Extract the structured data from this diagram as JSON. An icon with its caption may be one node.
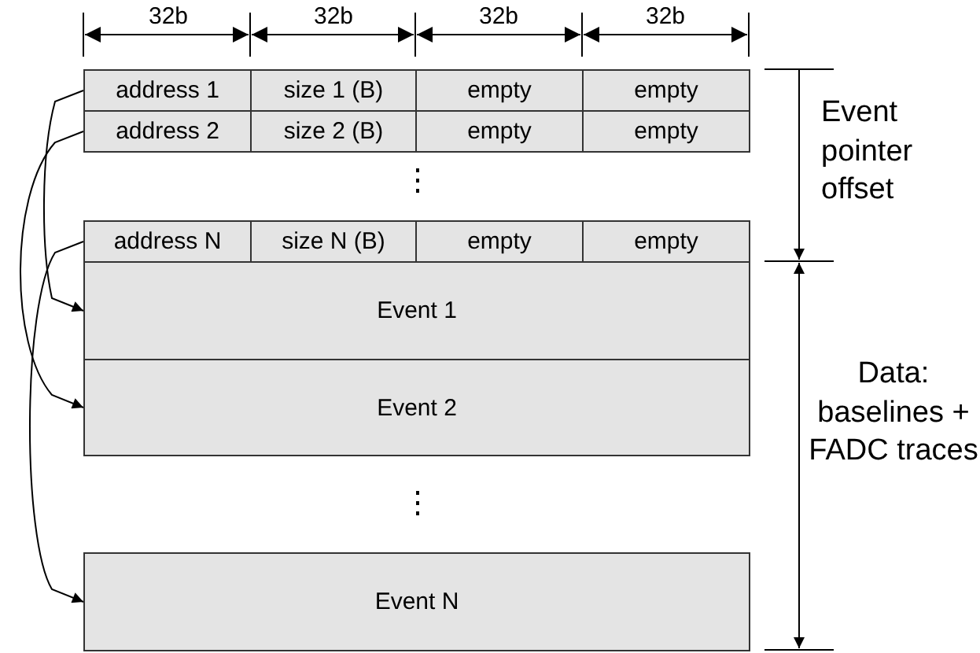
{
  "diagram": {
    "nodes": [
      {
        "text": [
          "address 1"
        ]
      },
      {
        "text": [
          "size 1 (B)"
        ]
      },
      {
        "text": [
          "empty"
        ]
      },
      {
        "text": [
          "empty"
        ]
      },
      {
        "text": [
          "address 2"
        ]
      },
      {
        "text": [
          "size 2 (B)"
        ]
      },
      {
        "text": [
          "empty"
        ]
      },
      {
        "text": [
          "empty"
        ]
      },
      {
        "text": [
          "address N"
        ]
      },
      {
        "text": [
          "size N (B)"
        ]
      },
      {
        "text": [
          "empty"
        ]
      },
      {
        "text": [
          "empty"
        ]
      },
      {
        "text": [
          "Event 1"
        ]
      },
      {
        "text": [
          "Event 2"
        ]
      },
      {
        "text": [
          "Event N"
        ]
      }
    ],
    "edges": [
      {
        "from": 0,
        "to": 12,
        "arrow": "to"
      },
      {
        "from": 4,
        "to": 13,
        "arrow": "to"
      },
      {
        "from": 8,
        "to": 14,
        "arrow": "to"
      }
    ],
    "labels": [
      "32b",
      "32b",
      "32b",
      "32b",
      "Event pointer offset",
      "⋮",
      "Data: baselines + FADC traces",
      "⋮"
    ]
  }
}
